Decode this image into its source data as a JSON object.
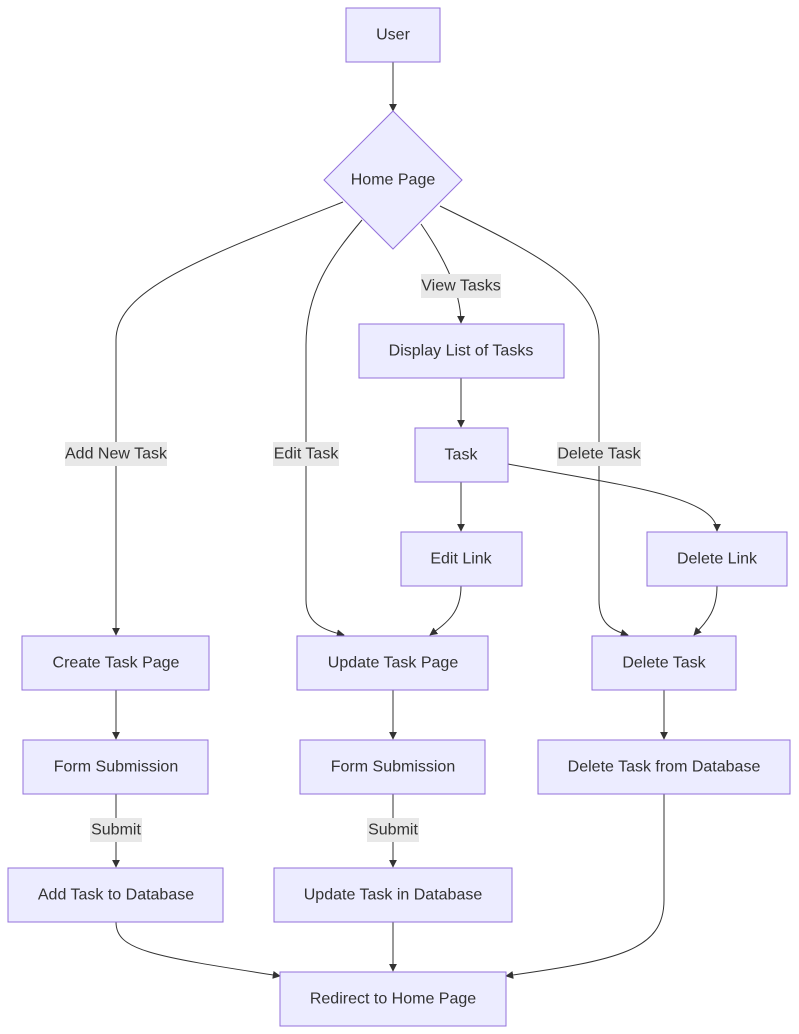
{
  "colors": {
    "node_fill": "#ececff",
    "node_stroke": "#9370db",
    "edge": "#333333",
    "label_bg": "#e8e8e8",
    "text": "#333333"
  },
  "nodes": {
    "user": "User",
    "home_page": "Home Page",
    "display_list": "Display List of Tasks",
    "task": "Task",
    "edit_link": "Edit Link",
    "delete_link": "Delete Link",
    "create_task_page": "Create Task Page",
    "update_task_page": "Update Task Page",
    "delete_task": "Delete Task",
    "form_submission_create": "Form Submission",
    "form_submission_update": "Form Submission",
    "delete_from_db": "Delete Task from Database",
    "add_to_db": "Add Task to Database",
    "update_in_db": "Update Task in Database",
    "redirect_home": "Redirect to Home Page"
  },
  "edge_labels": {
    "add_new_task": "Add New Task",
    "edit_task": "Edit Task",
    "view_tasks": "View Tasks",
    "delete_task": "Delete Task",
    "submit_create": "Submit",
    "submit_update": "Submit"
  }
}
